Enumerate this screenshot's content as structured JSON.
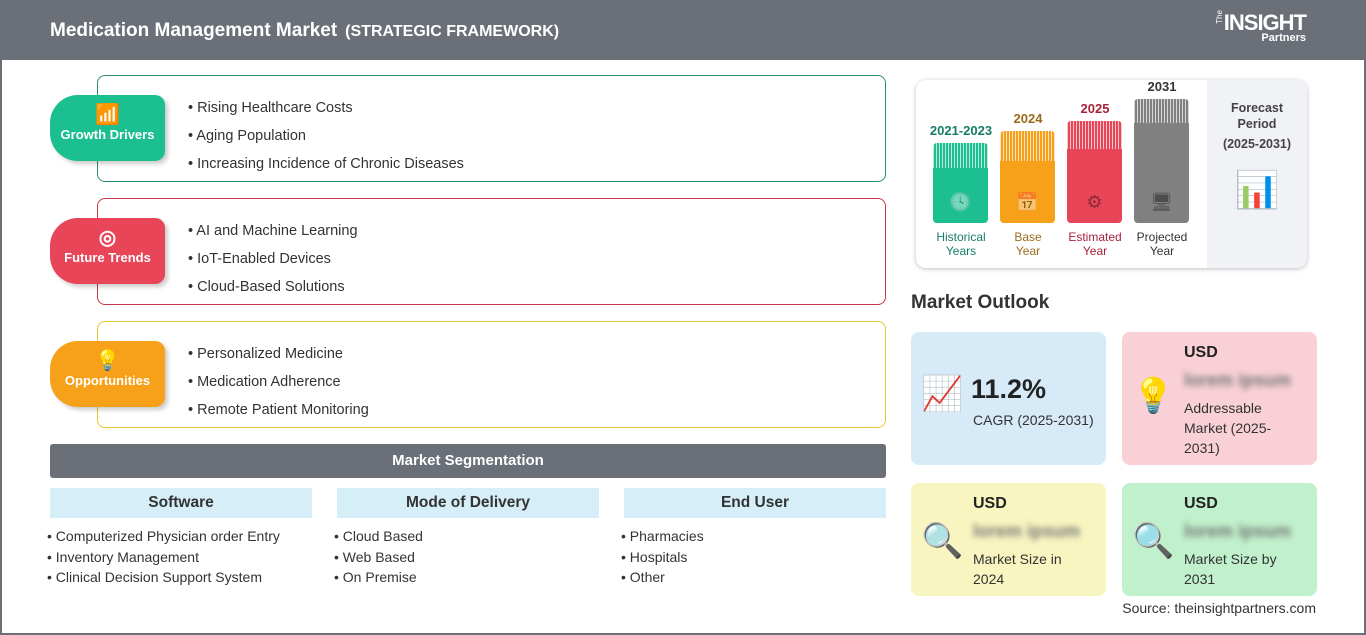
{
  "header": {
    "title": "Medication Management Market",
    "subtitle": "(STRATEGIC FRAMEWORK)",
    "logo": {
      "the": "The",
      "name": "INSIGHT",
      "sub": "Partners"
    }
  },
  "framework": [
    {
      "label": "Growth Drivers",
      "icon": "chart-growth-icon",
      "color": "#1cbf8f",
      "items": [
        "Rising Healthcare Costs",
        "Aging Population",
        "Increasing Incidence of Chronic Diseases"
      ]
    },
    {
      "label": "Future Trends",
      "icon": "target-icon",
      "color": "#e84558",
      "items": [
        "AI and Machine Learning",
        "IoT-Enabled Devices",
        "Cloud-Based Solutions"
      ]
    },
    {
      "label": "Opportunities",
      "icon": "lightbulb-hand-icon",
      "color": "#f7a11a",
      "items": [
        "Personalized Medicine",
        "Medication Adherence",
        "Remote Patient Monitoring"
      ]
    }
  ],
  "segmentation": {
    "title": "Market Segmentation",
    "columns": [
      {
        "header": "Software",
        "items": [
          "Computerized Physician order Entry",
          "Inventory Management",
          "Clinical Decision Support System"
        ]
      },
      {
        "header": "Mode of Delivery",
        "items": [
          "Cloud Based",
          "Web Based",
          "On Premise"
        ]
      },
      {
        "header": "End User",
        "items": [
          "Pharmacies",
          "Hospitals",
          "Other"
        ]
      }
    ]
  },
  "timeline": {
    "periods": [
      {
        "year": "2021-2023",
        "label1": "Historical",
        "label2": "Years",
        "color": "#1cbf8f",
        "text": "#167d66"
      },
      {
        "year": "2024",
        "label1": "Base",
        "label2": "Year",
        "color": "#f7a11a",
        "text": "#9a6a1c"
      },
      {
        "year": "2025",
        "label1": "Estimated",
        "label2": "Year",
        "color": "#e84558",
        "text": "#a8213a"
      },
      {
        "year": "2031",
        "label1": "Projected",
        "label2": "Year",
        "color": "#808080",
        "text": "#333333"
      }
    ],
    "forecast": {
      "l1": "Forecast",
      "l2": "Period",
      "l3": "(2025-2031)"
    }
  },
  "outlook": {
    "title": "Market Outlook",
    "cagr": {
      "value": "11.2%",
      "label": "CAGR (2025-2031)"
    },
    "addressable": {
      "currency": "USD",
      "value": "lorem ipsum",
      "label": "Addressable Market (2025-2031)"
    },
    "size2024": {
      "currency": "USD",
      "value": "lorem ipsum",
      "label": "Market Size in 2024"
    },
    "size2031": {
      "currency": "USD",
      "value": "lorem ipsum",
      "label": "Market Size by 2031"
    }
  },
  "source": "Source: theinsightpartners.com"
}
